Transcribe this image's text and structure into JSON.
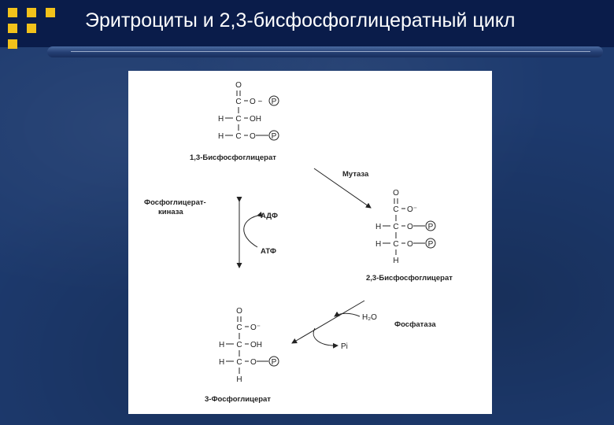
{
  "slide": {
    "title": "Эритроциты и 2,3-бисфосфоглицератный цикл",
    "accent_color": "#f2c21b",
    "background_color": "#1d3a6e"
  },
  "diagram": {
    "compounds": {
      "bpg13": "1,3-Бисфосфоглицерат",
      "bpg23": "2,3-Бисфосфоглицерат",
      "pg3": "3-Фосфоглицерат"
    },
    "enzymes": {
      "mutase": "Мутаза",
      "kinase_line1": "Фосфоглицерат-",
      "kinase_line2": "киназа",
      "phosphatase": "Фосфатаза"
    },
    "cofactors": {
      "adp": "АДФ",
      "atp": "АТФ",
      "water": "H₂O",
      "pi": "Pi"
    },
    "atoms": {
      "o": "O",
      "c": "C",
      "h": "H",
      "oh": "OH",
      "o_minus": "O⁻",
      "o_tilde": "O ~",
      "p": "P"
    }
  }
}
